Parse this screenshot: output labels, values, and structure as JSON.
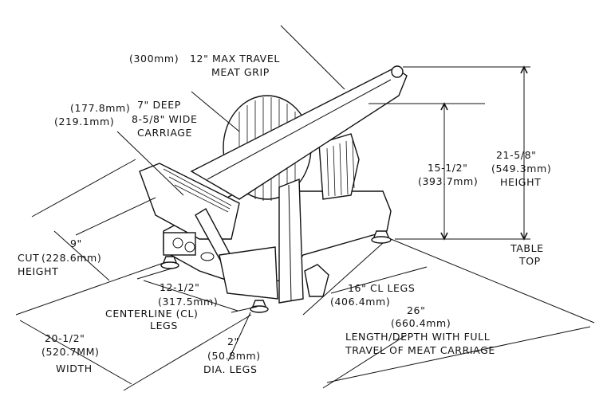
{
  "dimensions": {
    "meat_grip_travel": {
      "metric": "(300mm)",
      "imperial": "12\" MAX TRAVEL",
      "caption": "MEAT GRIP"
    },
    "carriage_depth": {
      "metric": "(177.8mm)",
      "imperial": "7\" DEEP"
    },
    "carriage_width": {
      "metric": "(219.1mm)",
      "imperial": "8-5/8\" WIDE",
      "caption": "CARRIAGE"
    },
    "cut_height": {
      "imperial": "9\"",
      "caption_1": "CUT",
      "metric": "(228.6mm)",
      "caption_2": "HEIGHT"
    },
    "centerline_legs_front": {
      "imperial": "12-1/2\"",
      "metric": "(317.5mm)",
      "caption_1": "CENTERLINE (CL)",
      "caption_2": "LEGS"
    },
    "width": {
      "imperial": "20-1/2\"",
      "metric": "(520.7MM)",
      "caption": "WIDTH"
    },
    "leg_diameter": {
      "imperial": "2\"",
      "metric": "(50.8mm)",
      "caption": "DIA. LEGS"
    },
    "cl_legs_side": {
      "imperial": "16\" CL LEGS",
      "metric": "(406.4mm)"
    },
    "length_depth": {
      "imperial": "26\"",
      "metric": "(660.4mm)",
      "caption_1": "LENGTH/DEPTH WITH FULL",
      "caption_2": "TRAVEL OF MEAT CARRIAGE"
    },
    "partial_height": {
      "imperial": "15-1/2\"",
      "metric": "(393.7mm)"
    },
    "overall_height": {
      "imperial": "21-5/8\"",
      "metric": "(549.3mm)",
      "caption": "HEIGHT"
    },
    "table_top": {
      "line_1": "TABLE",
      "line_2": "TOP"
    }
  }
}
